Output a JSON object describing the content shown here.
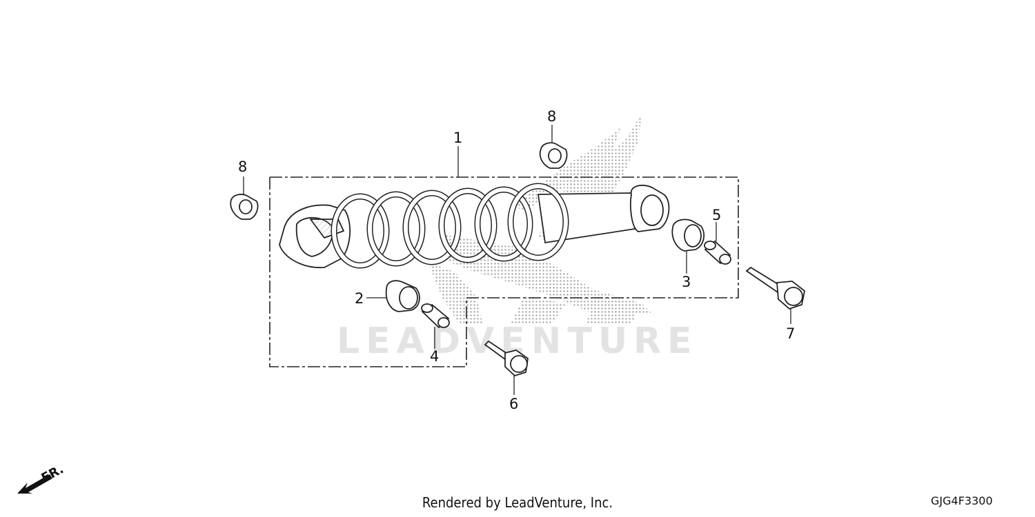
{
  "watermark": "LEADVENTURE",
  "callouts": [
    {
      "id": "1",
      "label": "1"
    },
    {
      "id": "2",
      "label": "2"
    },
    {
      "id": "3",
      "label": "3"
    },
    {
      "id": "4",
      "label": "4"
    },
    {
      "id": "5",
      "label": "5"
    },
    {
      "id": "6",
      "label": "6"
    },
    {
      "id": "7",
      "label": "7"
    },
    {
      "id": "8a",
      "label": "8"
    },
    {
      "id": "8b",
      "label": "8"
    }
  ],
  "direction_label": "FR.",
  "footer": "Rendered by LeadVenture, Inc.",
  "diagram_code": "GJG4F3300"
}
